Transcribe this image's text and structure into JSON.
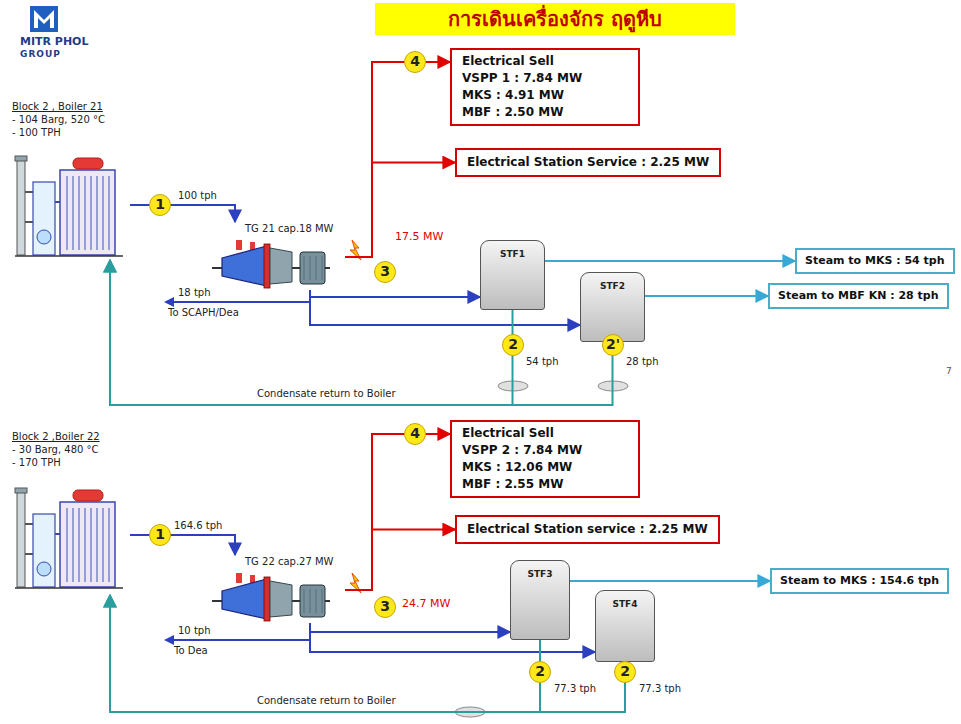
{
  "diagram": {
    "title": "การเดินเครื่องจักร ฤดูหีบ",
    "nodes": [
      {
        "text": [
          "Block 2 , Boiler 21",
          "- 104 Barg, 520 °C",
          "- 100 TPH"
        ]
      },
      {
        "text": [
          "TG 21 cap.18 MW"
        ]
      },
      {
        "text": [
          "Electrical Sell",
          "VSPP 1 : 7.84 MW",
          "MKS : 4.91 MW",
          "MBF : 2.50 MW"
        ]
      },
      {
        "text": [
          "Electrical Station Service : 2.25 MW"
        ]
      },
      {
        "text": [
          "STF1"
        ]
      },
      {
        "text": [
          "STF2"
        ]
      },
      {
        "text": [
          "Steam to MKS : 54 tph"
        ]
      },
      {
        "text": [
          "Steam to MBF KN : 28 tph"
        ]
      },
      {
        "text": [
          "Block 2 ,Boiler 22",
          "- 30 Barg, 480 °C",
          "- 170 TPH"
        ]
      },
      {
        "text": [
          "TG 22 cap.27 MW"
        ]
      },
      {
        "text": [
          "Electrical Sell",
          "VSPP 2 : 7.84 MW",
          "MKS : 12.06 MW",
          "MBF : 2.55 MW"
        ]
      },
      {
        "text": [
          "Electrical Station service : 2.25 MW"
        ]
      },
      {
        "text": [
          "STF3"
        ]
      },
      {
        "text": [
          "STF4"
        ]
      },
      {
        "text": [
          "Steam to MKS : 154.6 tph"
        ]
      }
    ],
    "edges": [
      {
        "from": 0,
        "to": 1,
        "arrow": "to",
        "label": "100 tph"
      },
      {
        "from": 1,
        "to": 2,
        "arrow": "to"
      },
      {
        "from": 1,
        "to": 3,
        "arrow": "to"
      },
      {
        "from": 1,
        "to": 4,
        "arrow": "to"
      },
      {
        "from": 1,
        "to": 5,
        "arrow": "to"
      },
      {
        "from": 4,
        "to": 6,
        "arrow": "to"
      },
      {
        "from": 5,
        "to": 7,
        "arrow": "to"
      },
      {
        "from": 4,
        "to": 0,
        "arrow": "to",
        "label": "54 tph"
      },
      {
        "from": 5,
        "to": 0,
        "arrow": "to",
        "label": "28 tph"
      },
      {
        "from": 8,
        "to": 9,
        "arrow": "to",
        "label": "164.6 tph"
      },
      {
        "from": 9,
        "to": 10,
        "arrow": "to"
      },
      {
        "from": 9,
        "to": 11,
        "arrow": "to"
      },
      {
        "from": 9,
        "to": 12,
        "arrow": "to"
      },
      {
        "from": 9,
        "to": 13,
        "arrow": "to"
      },
      {
        "from": 12,
        "to": 14,
        "arrow": "to"
      },
      {
        "from": 12,
        "to": 8,
        "arrow": "to",
        "label": "77.3 tph"
      },
      {
        "from": 13,
        "to": 8,
        "arrow": "to",
        "label": "77.3 tph"
      }
    ],
    "labels": [
      "MITR PHOL",
      "GROUP",
      "1",
      "3",
      "4",
      "2",
      "2'",
      "17.5 MW",
      "18 tph",
      "To SCAPH/Dea",
      "Condensate return to Boiler",
      "1",
      "3",
      "4",
      "2",
      "2",
      "24.7 MW",
      "10 tph",
      "To Dea",
      "Condensate return to Boiler",
      "7"
    ]
  }
}
